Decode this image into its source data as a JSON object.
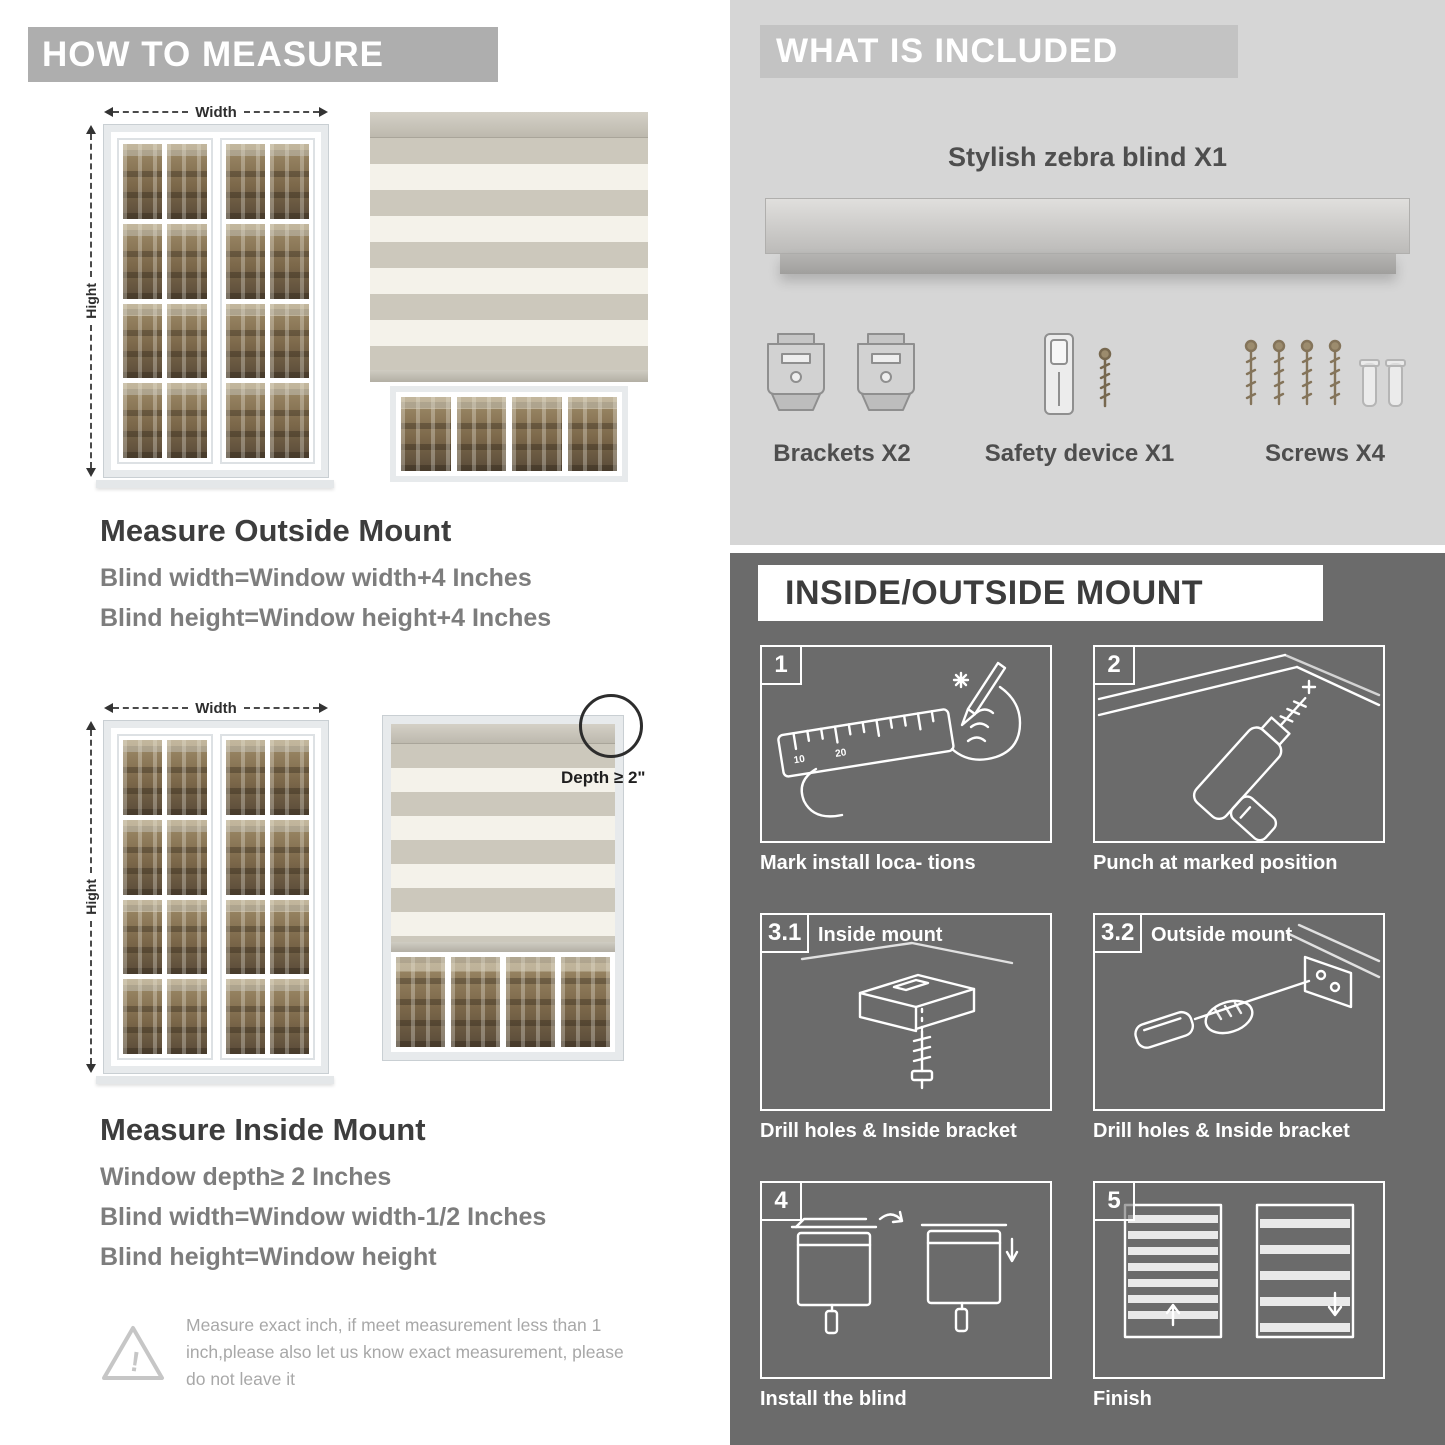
{
  "colors": {
    "header_gray": "#aeaeae",
    "included_bg": "#d6d6d6",
    "included_bar": "#c3c3c3",
    "mount_bg": "#6b6b6b",
    "stripe_gray": "#ccc8bc",
    "stripe_light": "#f4f2ea"
  },
  "left": {
    "header": "HOW TO MEASURE",
    "figure_labels": {
      "width": "Width",
      "height": "Hight"
    },
    "outside": {
      "title": "Measure Outside Mount",
      "lines": [
        "Blind width=Window width+4 Inches",
        "Blind height=Window height+4 Inches"
      ]
    },
    "inside": {
      "title": "Measure Inside Mount",
      "depth_callout": "Depth ≥ 2\"",
      "lines": [
        "Window depth≥ 2 Inches",
        "Blind width=Window width-1/2 Inches",
        "Blind height=Window height"
      ]
    },
    "warning": "Measure exact inch, if meet measurement less than 1 inch,please also let us know exact measurement, please do not leave it"
  },
  "right": {
    "included": {
      "header": "WHAT IS INCLUDED",
      "product": "Stylish zebra blind X1",
      "items": [
        {
          "label": "Brackets X2",
          "icon": "brackets-icon"
        },
        {
          "label": "Safety device X1",
          "icon": "safety-device-icon"
        },
        {
          "label": "Screws X4",
          "icon": "screws-icon"
        }
      ]
    },
    "mount": {
      "header": "INSIDE/OUTSIDE MOUNT",
      "steps": [
        {
          "num": "1",
          "caption": "Mark install loca- tions"
        },
        {
          "num": "2",
          "caption": "Punch at  marked position"
        },
        {
          "num": "3.1",
          "title": "Inside mount",
          "caption": "Drill holes &  Inside bracket"
        },
        {
          "num": "3.2",
          "title": "Outside mount",
          "caption": "Drill holes &  Inside bracket"
        },
        {
          "num": "4",
          "caption": "Install the blind"
        },
        {
          "num": "5",
          "caption": "Finish"
        }
      ]
    }
  }
}
